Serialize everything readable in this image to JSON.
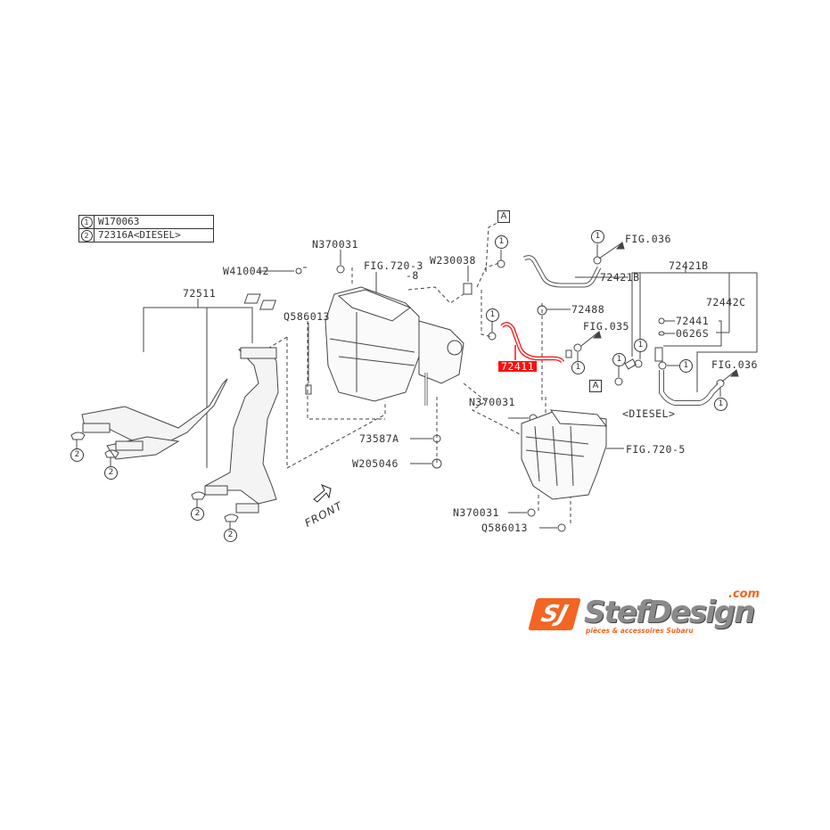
{
  "legend": [
    {
      "key": "1",
      "value": "W170063"
    },
    {
      "key": "2",
      "value": "72316A<DIESEL>"
    }
  ],
  "highlight": {
    "part": "72411",
    "color": "#ff0d0d"
  },
  "labels": {
    "n370031_top": "N370031",
    "w410042": "W410042",
    "fig720_3": "FIG.720-3",
    "fig720_3b": "-8",
    "w230038": "W230038",
    "q586013_top": "Q586013",
    "p72511": "72511",
    "fig036_top": "FIG.036",
    "p72421b_a": "72421B",
    "p72421b_b": "72421B",
    "p72442c": "72442C",
    "p72488": "72488",
    "fig035": "FIG.035",
    "p72441": "72441",
    "p0626s": "0626S",
    "fig036_right": "FIG.036",
    "diesel": "<DIESEL>",
    "n370031_mid": "N370031",
    "fig720_5": "FIG.720-5",
    "p73587a": "73587A",
    "w205046": "W205046",
    "n370031_bot": "N370031",
    "q586013_bot": "Q586013",
    "front": "FRONT",
    "ref_a": "A",
    "one": "1",
    "two": "2"
  },
  "logo": {
    "mark": "SJ",
    "name": "StefDesign",
    "dotcom": ".com",
    "tagline": "pièces & accessoires Subaru",
    "accent": "#f26522"
  }
}
